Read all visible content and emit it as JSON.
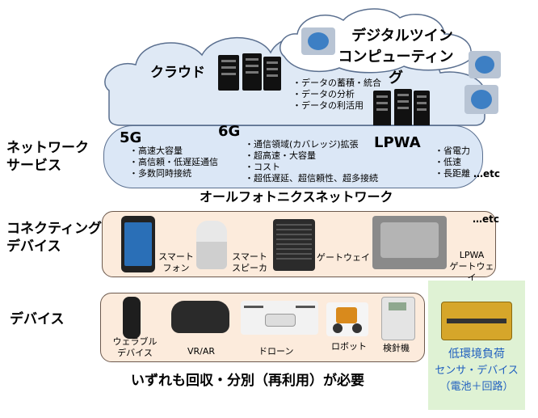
{
  "cloud": {
    "title": "クラウド",
    "bullets": [
      "・データの蓄積・統合",
      "・データの分析",
      "・データの利活用"
    ],
    "digital_twin_line1": "デジタルツイン",
    "digital_twin_line2": "コンピューティング"
  },
  "network": {
    "label_line1": "ネットワーク",
    "label_line2": "サービス",
    "g5_title": "5G",
    "g5_items": [
      "・高速大容量",
      "・高信頼・低遅延通信",
      "・多数同時接続"
    ],
    "g6_title": "6G",
    "g6_items": [
      "・通信領域(カバレッジ)拡張",
      "・超高速・大容量",
      "・コスト",
      "・超低遅延、超信頼性、超多接続"
    ],
    "lpwa_title": "LPWA",
    "lpwa_items": [
      "・省電力",
      "・低速",
      "・長距離"
    ],
    "etc": "…etc",
    "caption": "オールフォトニクスネットワーク"
  },
  "connecting": {
    "label_line1": "コネクティング",
    "label_line2": "デバイス",
    "etc": "…etc",
    "items": [
      {
        "line1": "スマート",
        "line2": "フォン"
      },
      {
        "line1": "スマート",
        "line2": "スピーカ"
      },
      {
        "line1": "ゲートウェイ",
        "line2": ""
      },
      {
        "line1": "LPWA",
        "line2": "ゲートウェイ"
      }
    ]
  },
  "devices": {
    "label": "デバイス",
    "items": [
      {
        "line1": "ウェラブル",
        "line2": "デバイス"
      },
      {
        "line1": "VR/AR",
        "line2": ""
      },
      {
        "line1": "ドローン",
        "line2": ""
      },
      {
        "line1": "ロボット",
        "line2": ""
      },
      {
        "line1": "検針機",
        "line2": ""
      }
    ]
  },
  "footer": "いずれも回収・分別（再利用）が必要",
  "low_env": {
    "line1": "低環境負荷",
    "line2": "センサ・デバイス",
    "line3": "（電池＋回路）"
  },
  "colors": {
    "cloud_fill": "#dfe9f5",
    "band_fill": "#dbe7f6",
    "device_band_fill": "#fcebdc",
    "blue_text": "#1f5fbf",
    "green_box": "#dff2d4"
  }
}
